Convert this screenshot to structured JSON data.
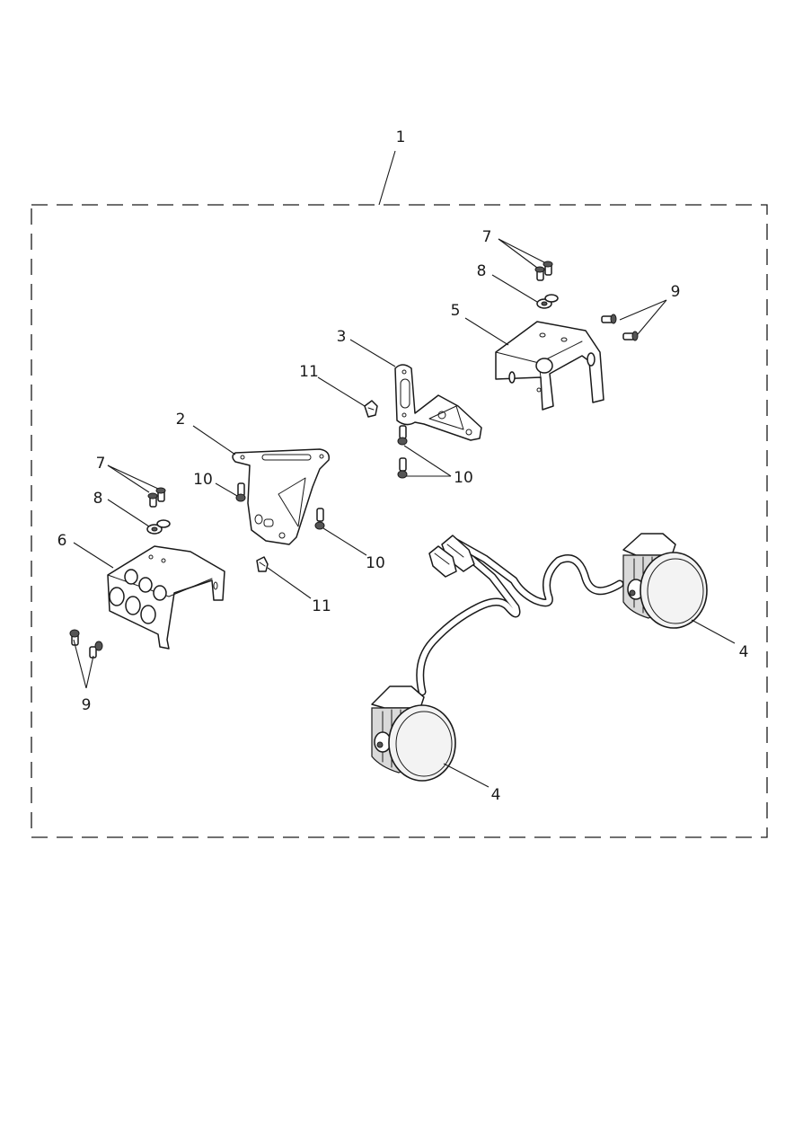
{
  "diagram": {
    "callouts": [
      {
        "id": "c1",
        "label": "1"
      },
      {
        "id": "c2",
        "label": "2"
      },
      {
        "id": "c3",
        "label": "3"
      },
      {
        "id": "c4a",
        "label": "4"
      },
      {
        "id": "c4b",
        "label": "4"
      },
      {
        "id": "c5",
        "label": "5"
      },
      {
        "id": "c6",
        "label": "6"
      },
      {
        "id": "c7a",
        "label": "7"
      },
      {
        "id": "c7b",
        "label": "7"
      },
      {
        "id": "c8a",
        "label": "8"
      },
      {
        "id": "c8b",
        "label": "8"
      },
      {
        "id": "c9a",
        "label": "9"
      },
      {
        "id": "c9b",
        "label": "9"
      },
      {
        "id": "c10a",
        "label": "10"
      },
      {
        "id": "c10b",
        "label": "10"
      },
      {
        "id": "c10c",
        "label": "10"
      },
      {
        "id": "c11a",
        "label": "11"
      },
      {
        "id": "c11b",
        "label": "11"
      }
    ]
  }
}
